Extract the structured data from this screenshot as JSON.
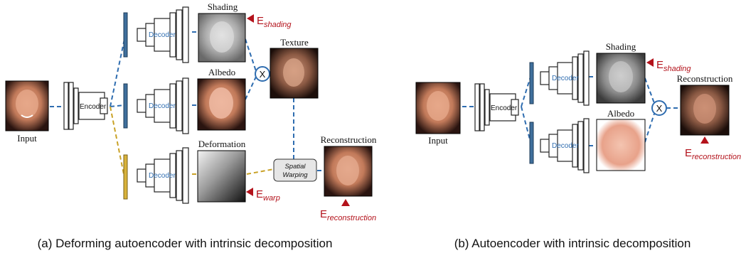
{
  "colors": {
    "blue_line": "#2f6db0",
    "gold_line": "#c9a227",
    "error_red": "#b3121b",
    "bar_blue": "#3f6f9c",
    "bar_gold": "#d8b23a"
  },
  "panel_a": {
    "caption": "(a) Deforming autoencoder with intrinsic decomposition",
    "input_label": "Input",
    "encoder_label": "Encoder",
    "decoder_label": "Decoder",
    "shading_label": "Shading",
    "albedo_label": "Albedo",
    "texture_label": "Texture",
    "deformation_label": "Deformation",
    "reconstruction_label": "Reconstruction",
    "spatial_warping_line1": "Spatial",
    "spatial_warping_line2": "Warping",
    "multiply_symbol": "X",
    "e_shading": {
      "base": "E",
      "sub": "shading"
    },
    "e_warp": {
      "base": "E",
      "sub": "warp"
    },
    "e_reconstruction": {
      "base": "E",
      "sub": "reconstruction"
    }
  },
  "panel_b": {
    "caption": "(b) Autoencoder with intrinsic decomposition",
    "input_label": "Input",
    "encoder_label": "Encoder",
    "decoder_label": "Decoder",
    "shading_label": "Shading",
    "albedo_label": "Albedo",
    "reconstruction_label": "Reconstruction",
    "multiply_symbol": "X",
    "e_shading": {
      "base": "E",
      "sub": "shading"
    },
    "e_reconstruction": {
      "base": "E",
      "sub": "reconstruction"
    }
  }
}
